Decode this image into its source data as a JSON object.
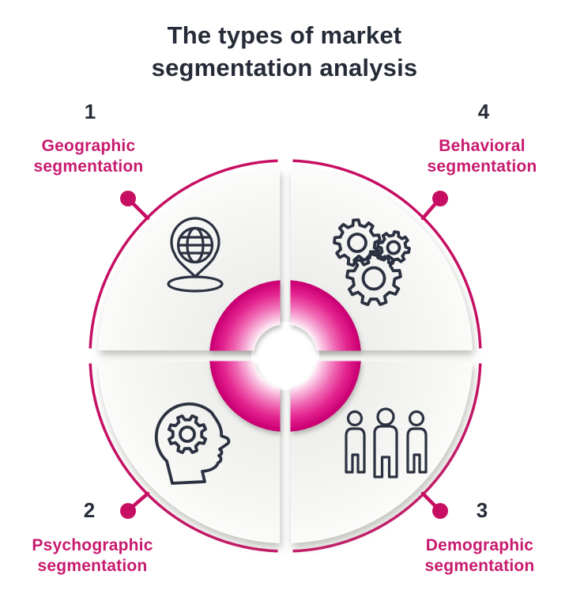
{
  "title": {
    "line1": "The types of market",
    "line2": "segmentation analysis"
  },
  "segments": [
    {
      "number": "1",
      "label": "Geographic segmentation",
      "position": "top-left",
      "icon": "globe-pin-icon"
    },
    {
      "number": "2",
      "label": "Psychographic segmentation",
      "position": "bottom-left",
      "icon": "head-gear-icon"
    },
    {
      "number": "3",
      "label": "Demographic segmentation",
      "position": "bottom-right",
      "icon": "people-icon"
    },
    {
      "number": "4",
      "label": "Behavioral segmentation",
      "position": "top-right",
      "icon": "gears-icon"
    }
  ],
  "colors": {
    "accent_pink": "#c60f63",
    "label_pink": "#c81a6e",
    "title_navy": "#262b38",
    "icon_navy": "#2b3140",
    "donut_outer": "#c70070",
    "donut_mid": "#ee55a8",
    "donut_inner": "#ffffff",
    "quadrant_gray": "#ededeb",
    "background": "#ffffff"
  }
}
